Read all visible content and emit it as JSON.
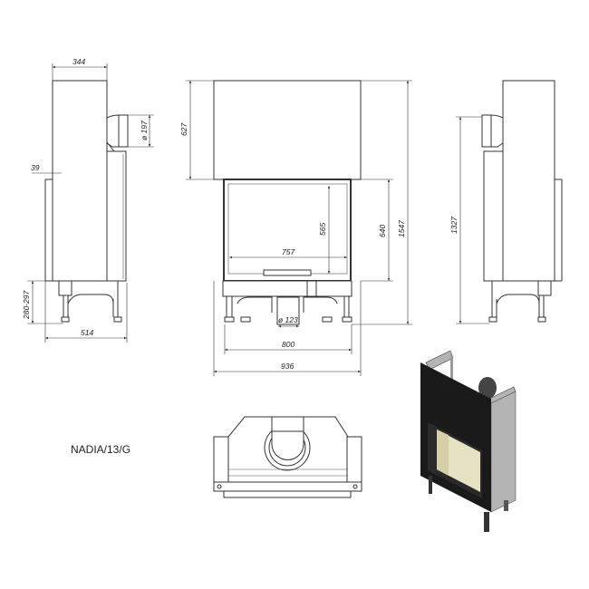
{
  "model_name": "NADIA/13/G",
  "side_view_left": {
    "depth": "344",
    "flue_diameter": "ø 197",
    "front_offset": "39",
    "leg_height": "280-297",
    "total_depth": "514"
  },
  "front_view": {
    "top_height": "627",
    "total_height": "1547",
    "door_height": "640",
    "glass_height": "565",
    "glass_width": "757",
    "bottom_flue": "ø 123",
    "frame_width": "800",
    "total_width": "936"
  },
  "side_view_right": {
    "height": "1327"
  },
  "colors": {
    "line": "#333333",
    "iso_dark": "#1a1a1a",
    "iso_grey": "#b4b4b4",
    "iso_glass": "#e8e2c4"
  }
}
